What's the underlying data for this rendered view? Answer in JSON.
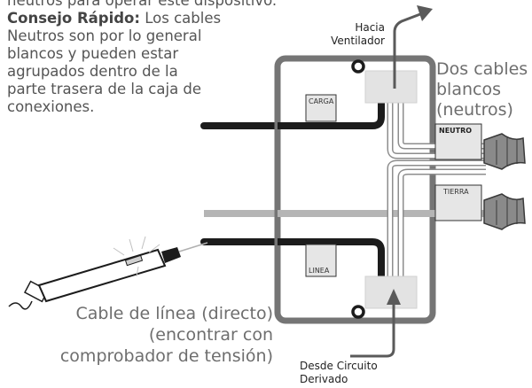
{
  "tip": {
    "top_cut_text": "neutros para operar este dispositivo.",
    "bold_lead": "Consejo Rápido:",
    "line1_rest": " Los cables",
    "line2": "Neutros son por lo general",
    "line3": "blancos y pueden estar",
    "line4": "agrupados dentro de la",
    "line5": "parte trasera de la caja de",
    "line6": "conexiones."
  },
  "labels": {
    "fan_line1": "Hacia",
    "fan_line2": "Ventilador",
    "neutral_line1": "Dos cables",
    "neutral_line2": "blancos",
    "neutral_line3": "(neutros)",
    "line_cable_1": "Cable de línea (directo)",
    "line_cable_2": "(encontrar con",
    "line_cable_3": "comprobador de tensión)",
    "branch_line1": "Desde Circuito",
    "branch_line2": "Derivado"
  },
  "tags": {
    "carga": "CARGA",
    "linea": "LINEA",
    "neutro": "NEUTRO",
    "tierra": "TIERRA"
  },
  "colors": {
    "box_border": "#757575",
    "black_wire": "#1c1c1c",
    "white_wire": "#c9c9c9",
    "ground_wire": "#b5b5b5",
    "arrow": "#5a5a5a"
  },
  "icons": {
    "tester": "voltage-tester-icon",
    "nut": "wire-nut-icon"
  }
}
